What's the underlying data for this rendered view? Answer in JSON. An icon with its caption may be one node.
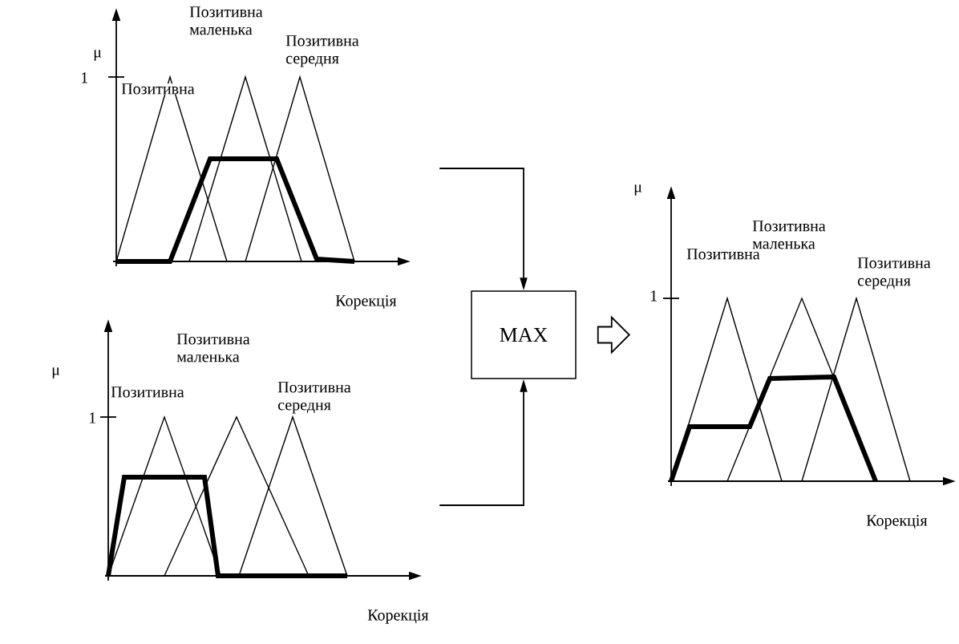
{
  "diagram": {
    "nodes": [
      {
        "text": [
          "μ",
          "1",
          "Позитивна",
          "Позитивна маленька",
          "Позитивна середня",
          "Корекція"
        ]
      },
      {
        "text": [
          "μ",
          "1",
          "Позитивна",
          "Позитивна маленька",
          "Позитивна середня",
          "Корекція"
        ]
      },
      {
        "text": [
          "MAX"
        ]
      },
      {
        "text": [
          "μ",
          "1",
          "Позитивна",
          "Позитивна маленька",
          "Позитивна середня",
          "Корекція"
        ]
      }
    ],
    "edges": [
      {
        "from": 0,
        "to": 2,
        "arrow": "to"
      },
      {
        "from": 1,
        "to": 2,
        "arrow": "to"
      },
      {
        "from": 2,
        "to": 3,
        "arrow": "to",
        "style": "thick"
      }
    ]
  }
}
